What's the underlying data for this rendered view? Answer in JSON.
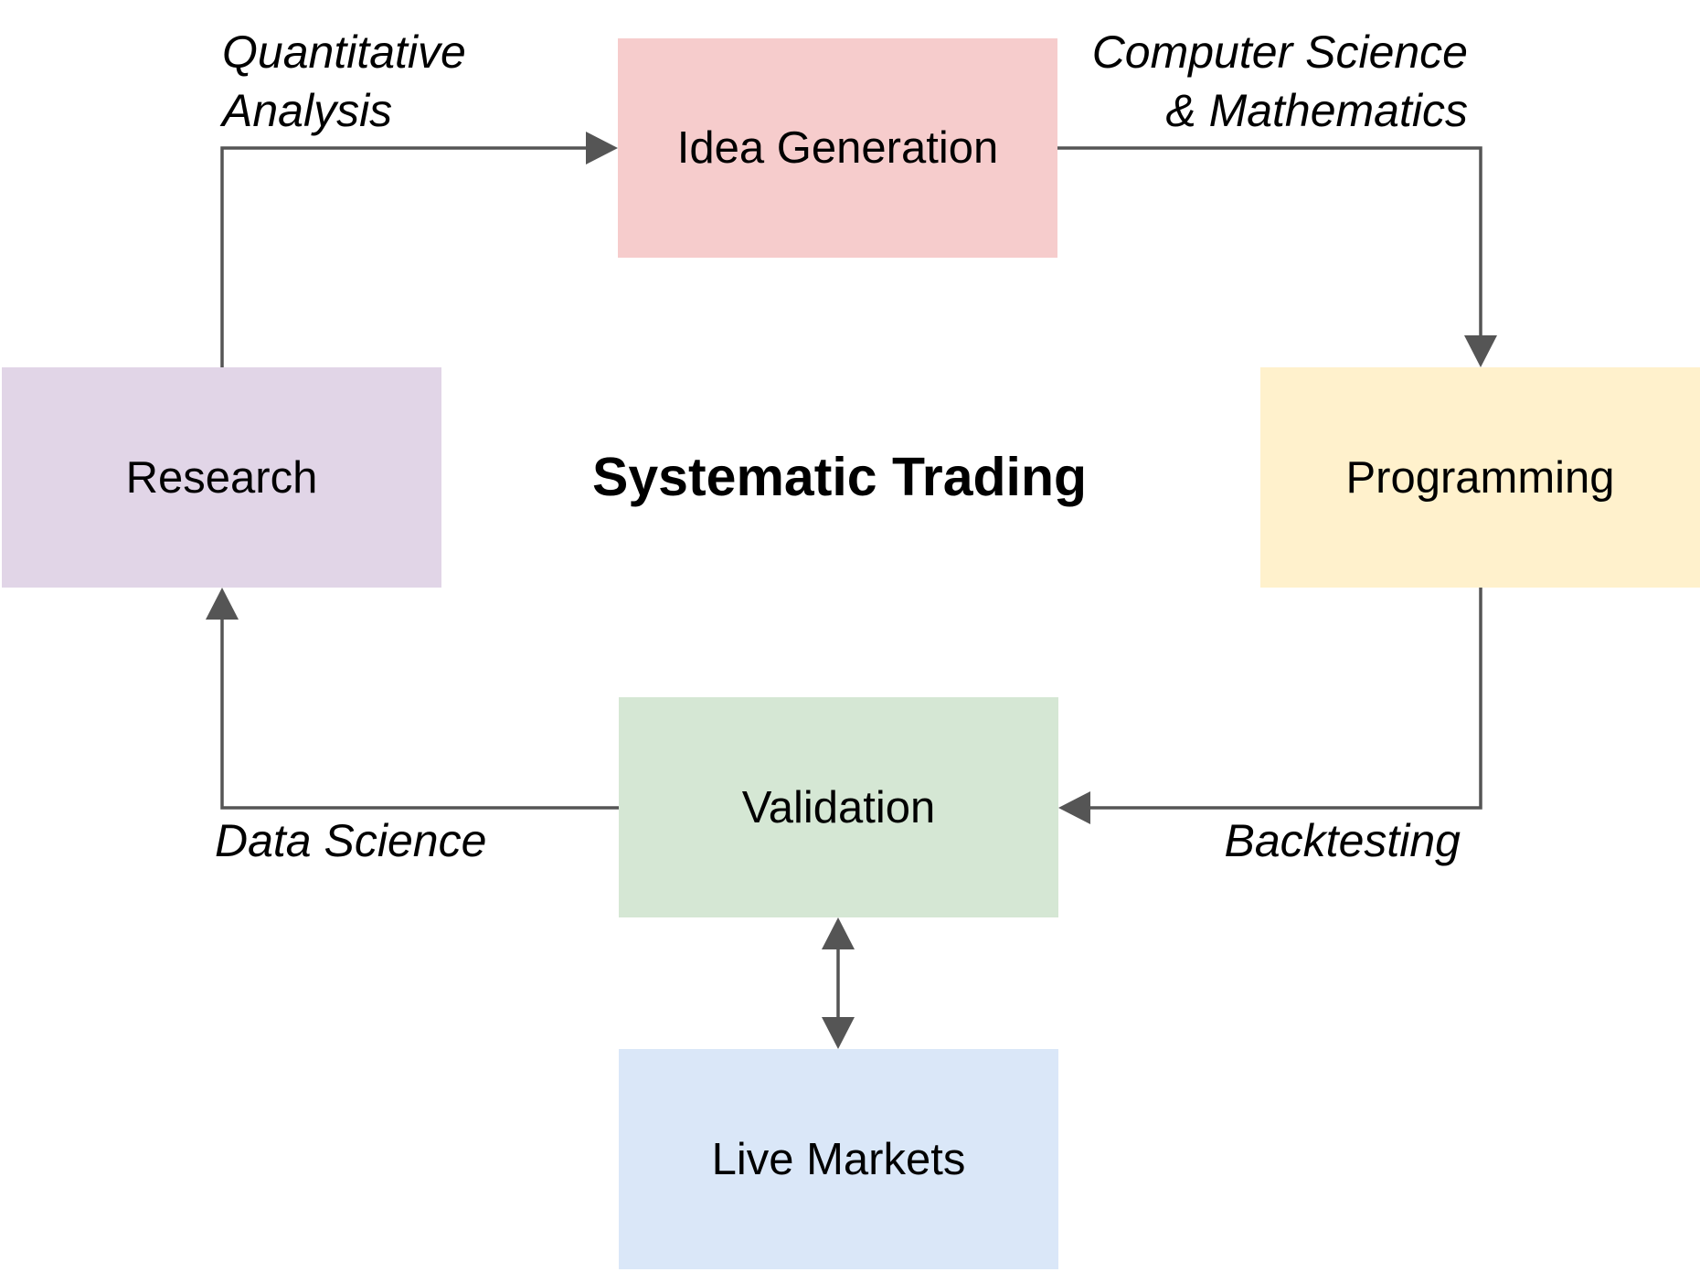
{
  "diagram": {
    "title": "Systematic Trading",
    "nodes": {
      "idea_generation": {
        "label": "Idea Generation",
        "color": "#f6cccc"
      },
      "programming": {
        "label": "Programming",
        "color": "#fff1cc"
      },
      "validation": {
        "label": "Validation",
        "color": "#d5e7d4"
      },
      "research": {
        "label": "Research",
        "color": "#e1d5e7"
      },
      "live_markets": {
        "label": "Live Markets",
        "color": "#dae7f8"
      }
    },
    "edges": {
      "research_to_idea": {
        "line1": "Quantitative",
        "line2": "Analysis"
      },
      "idea_to_programming": {
        "line1": "Computer Science",
        "line2": "& Mathematics"
      },
      "programming_to_validation": {
        "label": "Backtesting"
      },
      "validation_to_research": {
        "label": "Data Science"
      }
    },
    "connector_color": "#555555"
  }
}
